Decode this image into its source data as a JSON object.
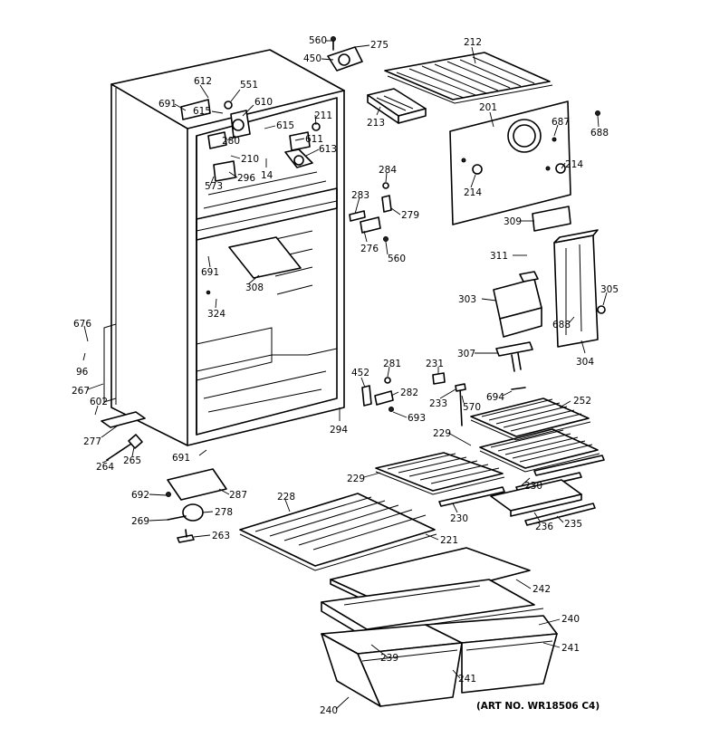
{
  "figure": {
    "art_number": "(ART NO. WR18506 C4)",
    "labels": [
      "560",
      "275",
      "450",
      "212",
      "612",
      "551",
      "610",
      "691",
      "615",
      "615",
      "211",
      "280",
      "611",
      "613",
      "210",
      "14",
      "296",
      "573",
      "213",
      "201",
      "687",
      "688",
      "214",
      "214",
      "284",
      "283",
      "279",
      "276",
      "560",
      "309",
      "311",
      "691",
      "308",
      "324",
      "303",
      "305",
      "688",
      "304",
      "307",
      "676",
      "96",
      "267",
      "602",
      "277",
      "264",
      "265",
      "691",
      "452",
      "281",
      "231",
      "282",
      "233",
      "570",
      "694",
      "252",
      "294",
      "693",
      "229",
      "229",
      "230",
      "230",
      "236",
      "235",
      "692",
      "287",
      "278",
      "269",
      "263",
      "228",
      "221",
      "242",
      "240",
      "241",
      "239",
      "241",
      "240"
    ]
  }
}
